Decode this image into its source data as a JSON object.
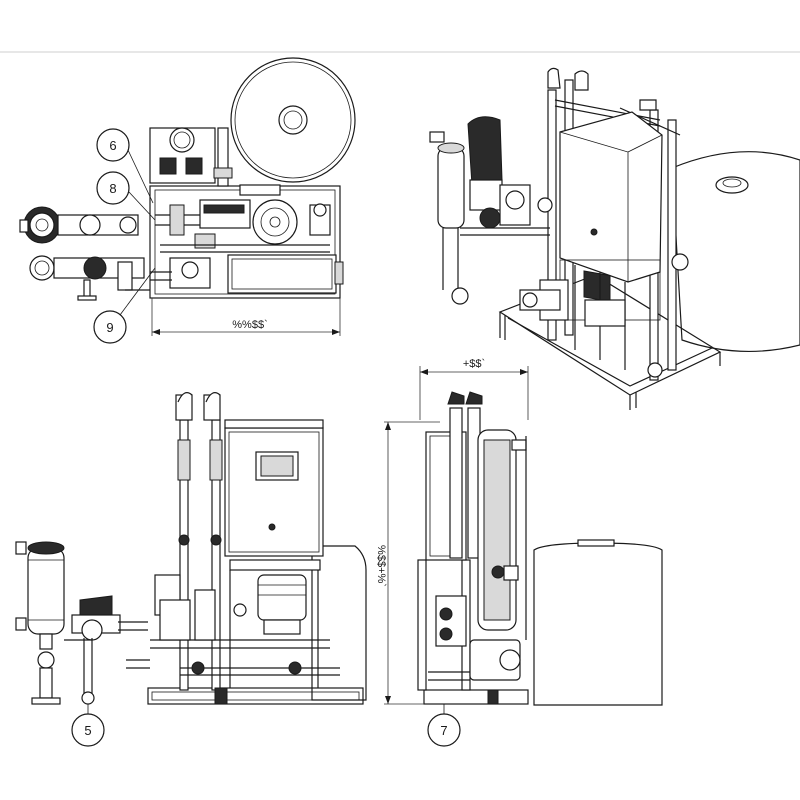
{
  "callouts": {
    "c5": "5",
    "c6": "6",
    "c7": "7",
    "c8": "8",
    "c9": "9"
  },
  "dimensions": {
    "top_view_width": "%%$$`",
    "side_view_width": "+$$`",
    "side_view_height": "%$$+%`"
  }
}
